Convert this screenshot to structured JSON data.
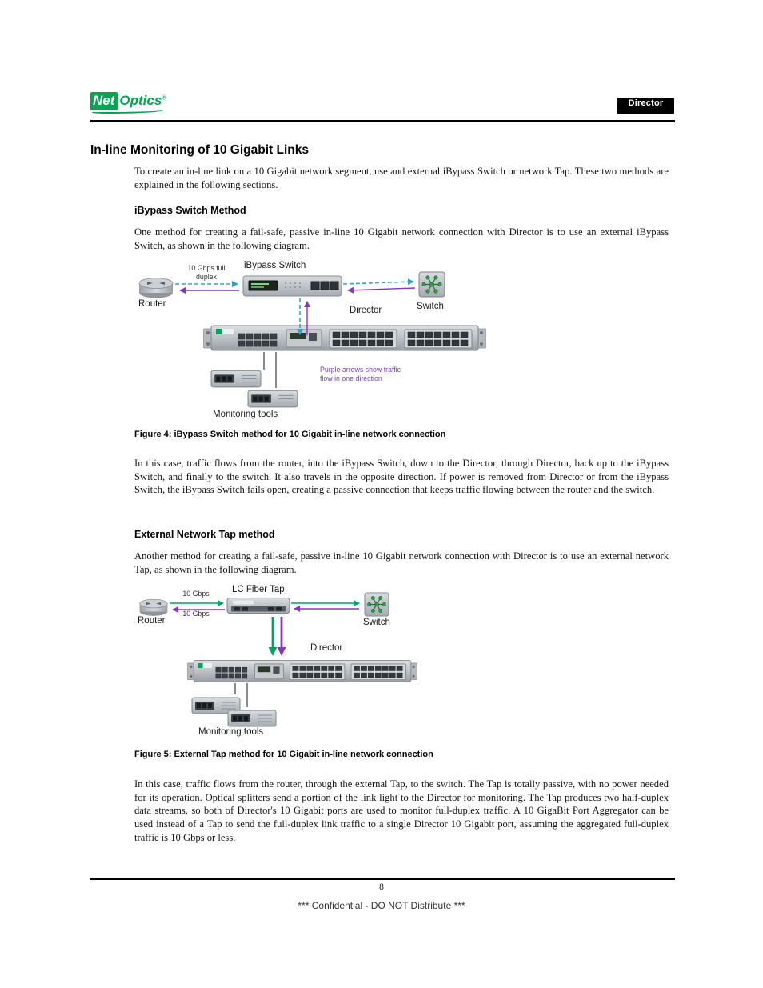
{
  "colors": {
    "brand_green": "#00a651",
    "traffic_teal": "#2ba6cb",
    "traffic_purple": "#8a35bb",
    "traffic_green": "#00a362",
    "note_purple": "#7b3fbf"
  },
  "header": {
    "logo_net": "Net",
    "logo_optics": "Optics",
    "logo_reg": "®",
    "badge": "Director"
  },
  "title": "In-line Monitoring of 10 Gigabit Links",
  "intro": "To create an in-line link on a 10 Gigabit network segment, use and external iBypass Switch or network Tap. These two methods are explained in the following sections.",
  "ibypass_section": {
    "heading": "iBypass Switch Method",
    "body": "One method for creating a fail-safe, passive in-line 10 Gigabit network connection with Director is to use an external iBypass Switch, as shown in the following diagram.",
    "caption": "Figure 4: iBypass Switch method for 10 Gigabit in-line network connection",
    "after": "In this case, traffic flows from the router, into the iBypass Switch, down to the Director, through Director, back up to the iBypass Switch, and finally to the switch. It also travels in the opposite direction. If power is removed from Director or from the iBypass Switch, the iBypass Switch fails open, creating a passive connection that keeps traffic flowing between the router and the switch."
  },
  "figure4": {
    "speed_label": "10 Gbps full duplex",
    "ibypass_label": "iBypass Switch",
    "router_label": "Router",
    "switch_label": "Switch",
    "director_label": "Director",
    "purple_note": "Purple arrows show traffic flow in one direction",
    "monitoring_label": "Monitoring tools"
  },
  "tap_section": {
    "heading": "External Network Tap method",
    "body": "Another method for creating a fail-safe, passive in-line 10 Gigabit network connection with Director is to use an external network Tap, as shown in the following diagram.",
    "caption": "Figure 5: External Tap method for 10 Gigabit in-line network connection",
    "after": "In this case, traffic flows from the router, through the external Tap, to the switch. The Tap is totally passive, with no power needed for its operation. Optical splitters send a portion of the link light to the Director for monitoring. The Tap produces two half-duplex data streams, so both of Director's 10 Gigabit ports are used to monitor full-duplex traffic. A 10 GigaBit Port Aggregator can be used instead of a Tap to send the full-duplex link traffic to a single Director 10 Gigabit port, assuming the aggregated full-duplex traffic is 10 Gbps or less."
  },
  "figure5": {
    "tap_label": "LC Fiber Tap",
    "speed_top": "10 Gbps",
    "speed_bottom": "10 Gbps",
    "router_label": "Router",
    "switch_label": "Switch",
    "director_label": "Director",
    "monitoring_label": "Monitoring tools"
  },
  "footer": {
    "page_number": "8",
    "confidential": "*** Confidential - DO NOT Distribute ***"
  }
}
